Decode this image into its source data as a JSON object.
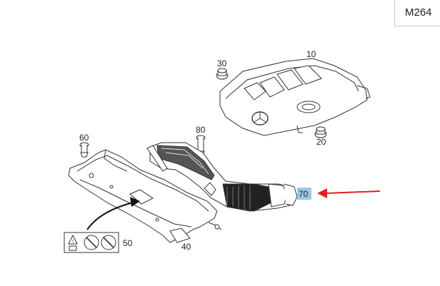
{
  "model_code": "M264",
  "parts": [
    {
      "number": "10"
    },
    {
      "number": "20"
    },
    {
      "number": "30"
    },
    {
      "number": "40"
    },
    {
      "number": "50"
    },
    {
      "number": "60"
    },
    {
      "number": "70",
      "highlighted": true
    },
    {
      "number": "80"
    }
  ],
  "colors": {
    "highlight": "#9cc8e6",
    "arrow": "#e02020",
    "line": "#333333"
  }
}
